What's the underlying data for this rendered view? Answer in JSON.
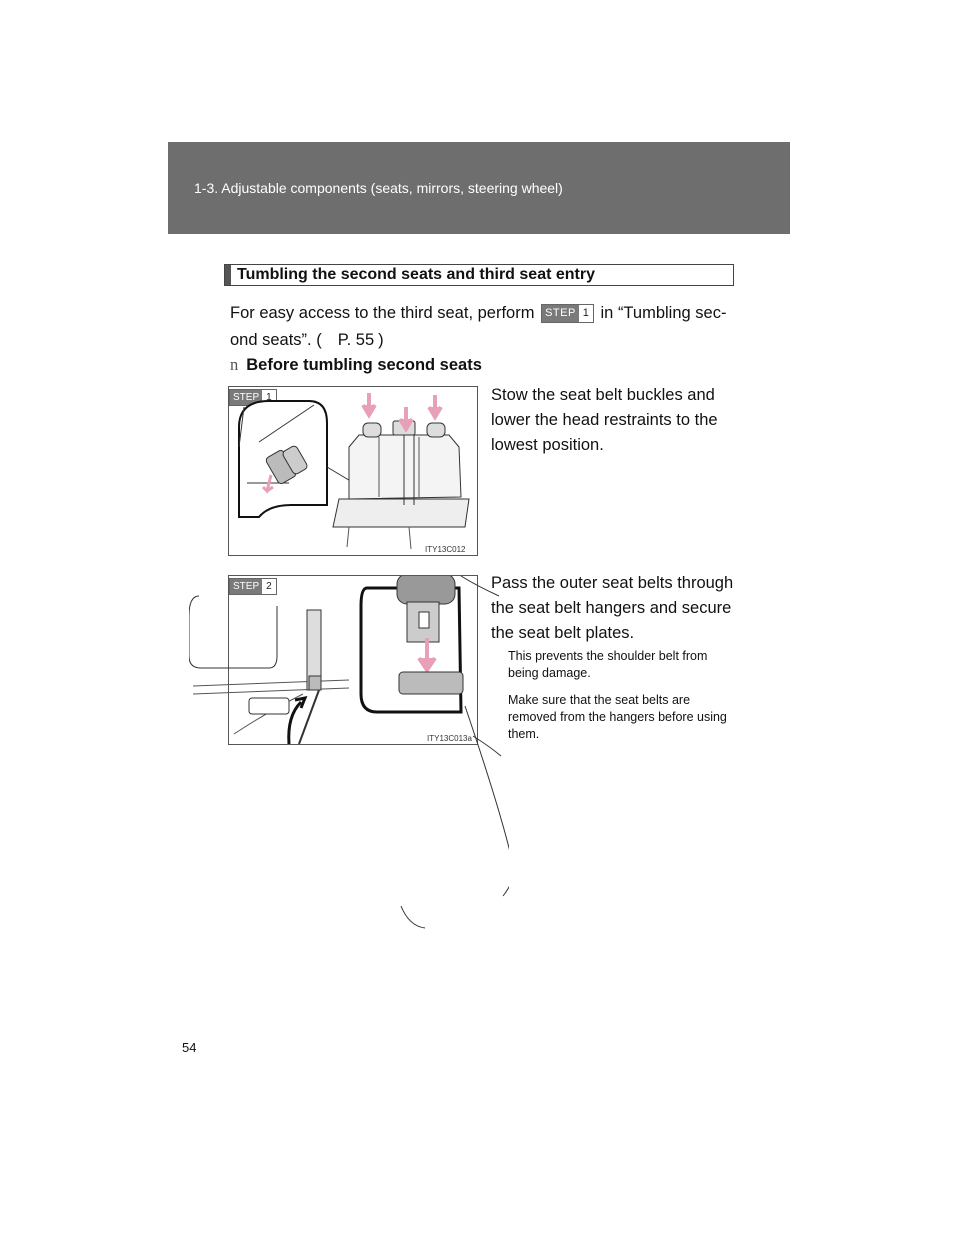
{
  "header": {
    "title": "1-3. Adjustable components (seats, mirrors, steering wheel)"
  },
  "section": {
    "title": "Tumbling the second seats and third seat entry"
  },
  "intro": {
    "line1_before": "For easy access to the third seat, perform",
    "step_word": "STEP",
    "step_number": "1",
    "line1_after": "in “Tumbling sec-",
    "line2": "ond seats”. (",
    "page_ref": "P. 55",
    "line2_end": ")"
  },
  "subhead": {
    "bullet": "n",
    "text": "Before tumbling second seats"
  },
  "figure1": {
    "step_word": "STEP",
    "step_number": "1",
    "code": "ITY13C012"
  },
  "step1_text": "Stow the seat belt buckles and lower the head restraints to the lowest position.",
  "figure2": {
    "step_word": "STEP",
    "step_number": "2",
    "code": "ITY13C013a"
  },
  "step2_text": "Pass the outer seat belts through the seat belt hangers and secure the seat belt plates.",
  "notes": [
    "This prevents the shoulder belt from being damage.",
    "Make sure that the seat belts are removed from the hangers before using them."
  ],
  "page_number": "54",
  "colors": {
    "header_bg": "#6e6e6e",
    "arrow_pink": "#e8a0b8"
  }
}
